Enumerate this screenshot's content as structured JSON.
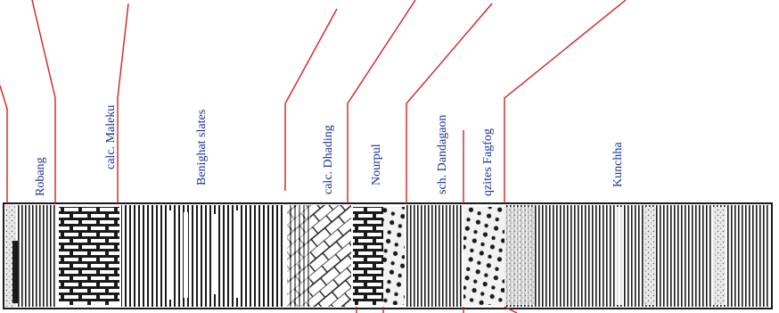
{
  "colors": {
    "leader_line": "#d62020",
    "label_text": "#1a2f9a",
    "pattern_ink": "#1a1a1a",
    "paper": "#ffffff"
  },
  "units": [
    {
      "id": "robang",
      "label": "Robang",
      "pattern": "fine-stripes"
    },
    {
      "id": "calc-maleku",
      "label": "calc. Maleku",
      "pattern": "brick"
    },
    {
      "id": "benighat-slates",
      "label": "Benighat slates",
      "pattern": "mixed-stripes"
    },
    {
      "id": "calc-dhading",
      "label": "calc. Dhading",
      "pattern": "diagonal-brick"
    },
    {
      "id": "nourpul",
      "label": "Nourpul",
      "pattern": "brick-dots"
    },
    {
      "id": "sch-dandagaon",
      "label": "sch. Dandagaon",
      "pattern": "fine-stripes"
    },
    {
      "id": "qzites-fagfog",
      "label": "qzites Fagfog",
      "pattern": "dots"
    },
    {
      "id": "kunchha",
      "label": "Kunchha",
      "pattern": "banded-stripes"
    }
  ]
}
